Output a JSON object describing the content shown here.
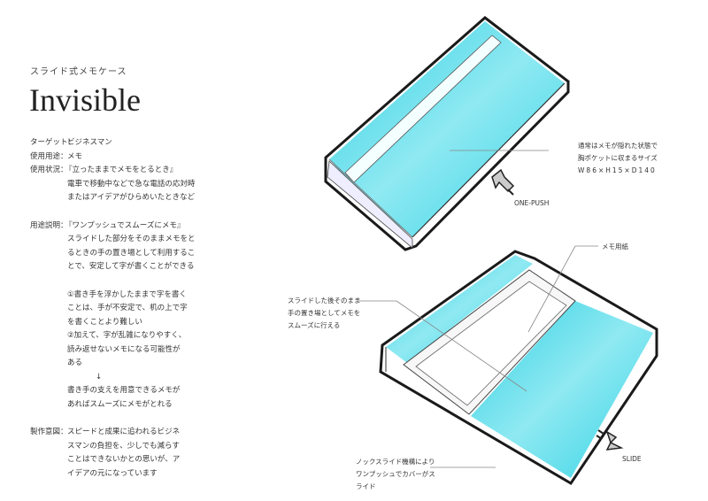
{
  "header": {
    "subtitle": "スライド式メモケース",
    "title": "Invisible"
  },
  "specs": {
    "target_label": "ターゲット：",
    "target_value": "ビジネスマン",
    "use_label": "使用用途：",
    "use_value": "メモ",
    "situation_label": "使用状況：",
    "situation_lines": [
      "『立ったままでメモをとるとき』",
      "電車で移動中などで急な電話の応対時",
      "またはアイデアがひらめいたときなど"
    ],
    "explanation_label": "用途説明：",
    "explanation_lines": [
      "『ワンプッシュでスムーズにメモ』",
      "スライドした部分をそのままメモをと",
      "るときの手の置き場として利用するこ",
      "とで、安定して字が書くことができる"
    ],
    "reason_lines": [
      "①書き手を浮かしたままで字を書く",
      "ことは、手が不安定で、机の上で字",
      "を書くことより難しい",
      "②加えて、字が乱雑になりやすく、",
      "読み返せないメモになる可能性が",
      "ある"
    ],
    "arrow": "↓",
    "conclusion_lines": [
      "書き手の支えを用意できるメモが",
      "あればスムーズにメモがとれる"
    ],
    "intent_label": "製作意図：",
    "intent_lines": [
      "スピードと成果に追われるビジネ",
      "スマンの負担を、少しでも減らす",
      "ことはできないかとの思いが、ア",
      "イデアの元になっています"
    ]
  },
  "annotations": {
    "closed_lines": [
      "通常はメモが隠れた状態で",
      "胸ポケットに収まるサイズ",
      "W86×H15×D140"
    ],
    "one_push": "ONE-PUSH",
    "memo_paper": "メモ用紙",
    "hand_rest_lines": [
      "スライドした後そのまま",
      "手の置き場としてメモを",
      "スムーズに行える"
    ],
    "knock_lines": [
      "ノックスライド機構により",
      "ワンプッシュでカバーがス",
      "ライド"
    ],
    "slide": "SLIDE"
  },
  "colors": {
    "cyan": "#3fd6e6",
    "ink": "#1a1a1a"
  }
}
